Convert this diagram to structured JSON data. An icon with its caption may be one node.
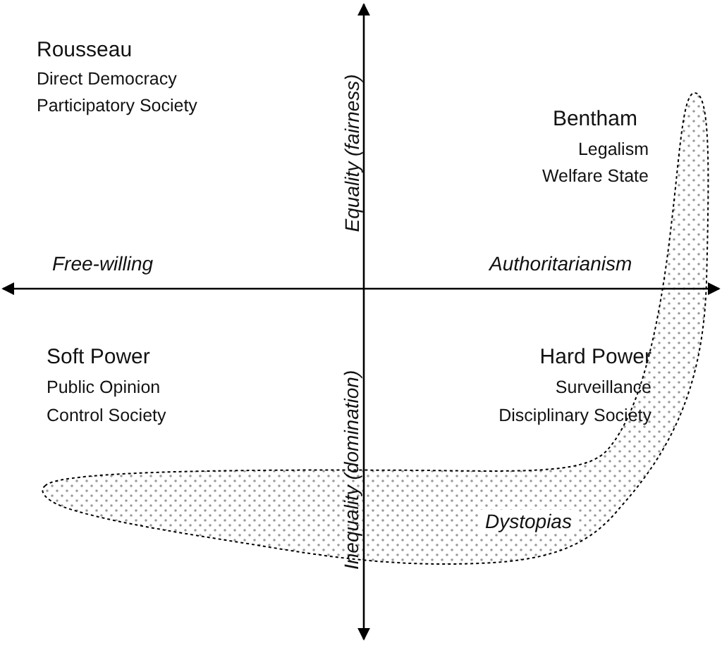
{
  "diagram": {
    "nodes": [
      {
        "text": [
          "Dystopias"
        ]
      }
    ],
    "edges": [],
    "labels": [
      "Rousseau",
      "Direct Democracy",
      "Participatory Society",
      "Bentham",
      "Legalism",
      "Welfare State",
      "Equality (fairness)",
      "Free-willing",
      "Authoritarianism",
      "Soft Power",
      "Public Opinion",
      "Control Society",
      "Hard Power",
      "Surveillance",
      "Disciplinary Society",
      "Inequality (domination)"
    ]
  }
}
